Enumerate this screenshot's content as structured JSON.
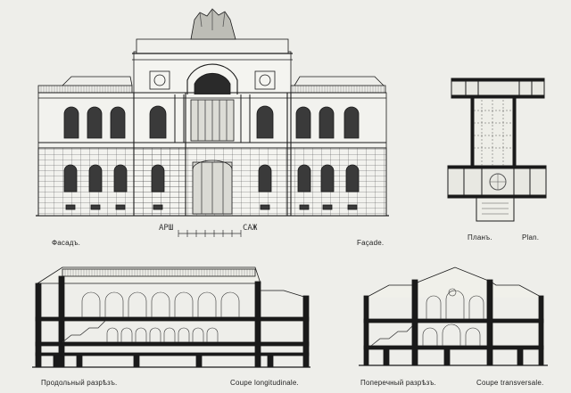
{
  "sheet": {
    "facade": {
      "caption_ru": "Фасадъ.",
      "caption_fr": "Façade."
    },
    "scale": {
      "left": "АРШ",
      "right": "САЖ"
    },
    "plan": {
      "caption_ru": "Планъ.",
      "caption_fr": "Plan."
    },
    "longitudinal": {
      "caption_ru": "Продольный разрѣзъ.",
      "caption_fr": "Coupe longitudinale."
    },
    "transversal": {
      "caption_ru": "Поперечный разрѣзъ.",
      "caption_fr": "Coupe transversale."
    }
  },
  "colors": {
    "paper": "#eeeeea",
    "ink": "#1a1a1a"
  }
}
